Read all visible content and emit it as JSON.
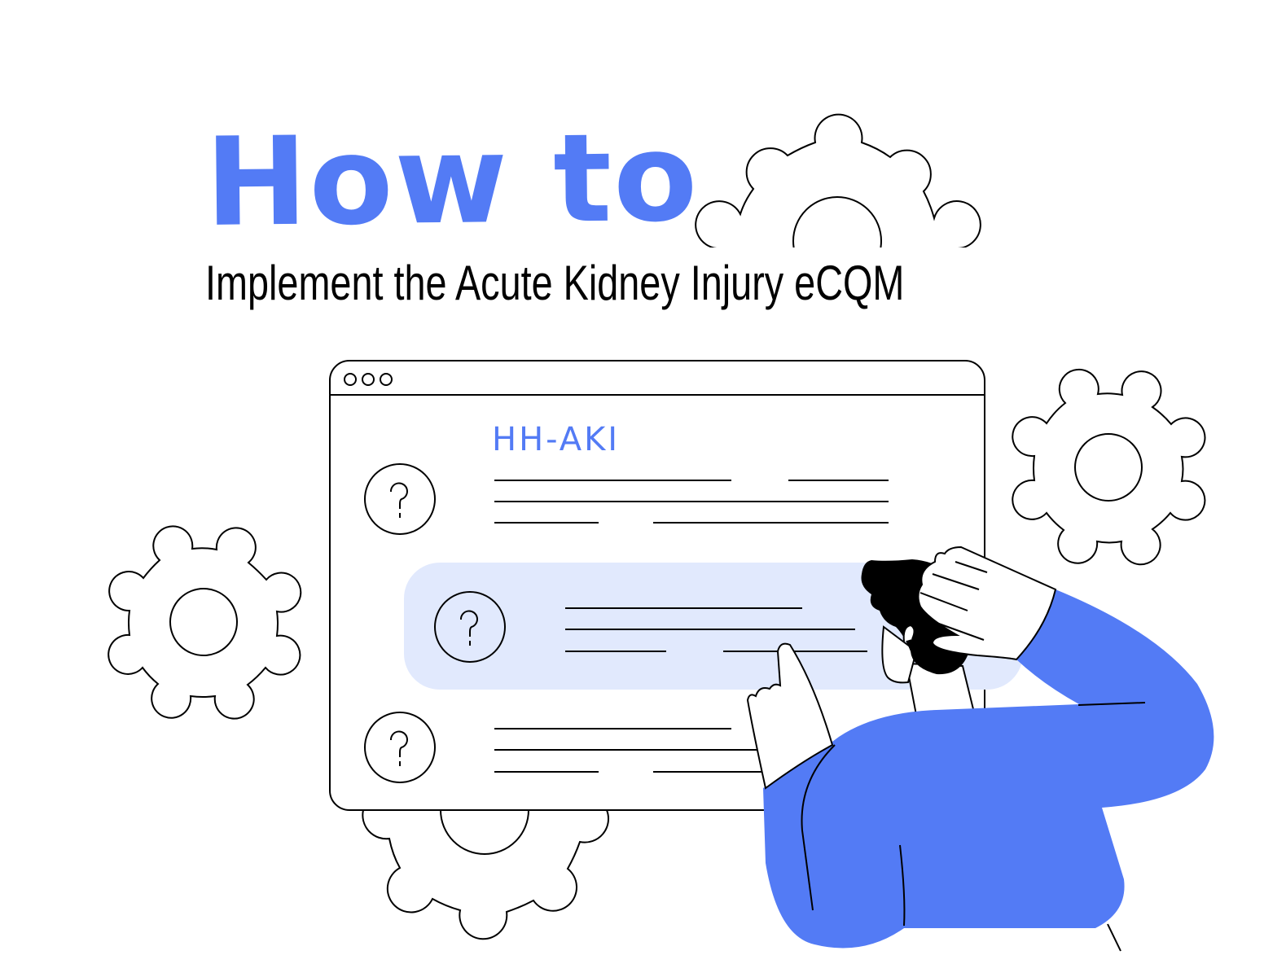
{
  "header": {
    "title_line1": "How to",
    "title_line2": "Implement the Acute Kidney Injury eCQM"
  },
  "browser_window": {
    "window_dots": 3,
    "heading": "HH-AKI",
    "items": [
      {
        "icon": "question-icon",
        "highlighted": false
      },
      {
        "icon": "question-icon",
        "highlighted": true
      },
      {
        "icon": "question-icon",
        "highlighted": false
      }
    ]
  },
  "decorations": {
    "gears": [
      "gear-top-center",
      "gear-right",
      "gear-left",
      "gear-bottom"
    ],
    "figure": "person-scratching-head"
  },
  "colors": {
    "accent": "#537BF5",
    "highlight": "#E1E9FD",
    "ink": "#000000",
    "background": "#FFFFFF"
  }
}
